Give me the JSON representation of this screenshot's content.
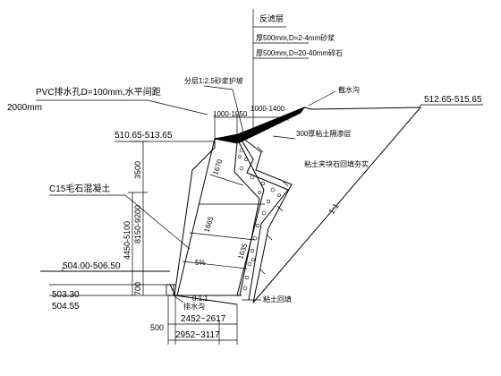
{
  "labels": {
    "filter_title": "反滤层",
    "filter_sand": "厚500mm,D=2-4mm砂浆",
    "filter_gravel": "厚500mm,D=20-40mm碎石",
    "cap_mortar": "分层1:2.5砂浆护坡",
    "pvc": "PVC排水孔D=100mm,水平间距",
    "pvc_spacing": "2000mm",
    "drain_ditch": "截水沟",
    "slope_range_right": "512.65-515.65",
    "dim_1000_1050": "1000-1050",
    "dim_1000_1400": "1000-1400",
    "clay_layer": "300厚粘土隔渗层",
    "backfill": "粘土夹块石回填夯实",
    "top_elev": "510.65-513.65",
    "c15": "C15毛石混凝土",
    "dim_3500": "3500",
    "dim_8150": "8150-9200",
    "dim_4450": "4450-5100",
    "dim_1665": "1665",
    "dim_1635": "1635",
    "dim_5pct": "5%",
    "slope_ratio": "1:1",
    "dim_1670": "1670",
    "ground_elev": "504.00-506.50",
    "base_elev_1": "503.30",
    "base_elev_2": "504.55",
    "dim_700": "700",
    "base_slope": "0.1:1",
    "clay_fill": "粘土回填",
    "drain_label": "排水沟",
    "dim_500": "500",
    "dim_2452": "2452~2617",
    "dim_2952": "2952~3117"
  }
}
